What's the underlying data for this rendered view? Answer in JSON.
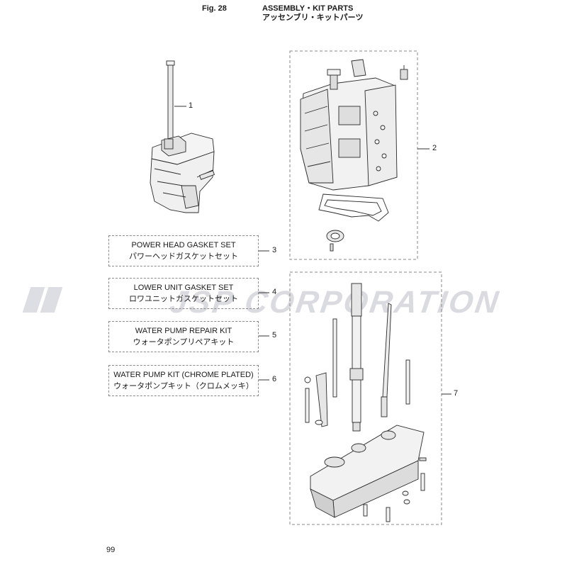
{
  "header": {
    "fig_label": "Fig. 28",
    "title_en": "ASSEMBLY・KIT PARTS",
    "title_ja": "アッセンブリ・キットパーツ"
  },
  "watermark": {
    "text": "JSP CORPORATION",
    "color": "#d9dbe0"
  },
  "kits": [
    {
      "number": "3",
      "name_en": "POWER HEAD GASKET SET",
      "name_ja": "パワーヘッドガスケットセット"
    },
    {
      "number": "4",
      "name_en": "LOWER UNIT GASKET SET",
      "name_ja": "ロワユニットガスケットセット"
    },
    {
      "number": "5",
      "name_en": "WATER PUMP REPAIR KIT",
      "name_ja": "ウォータポンプリペアキット"
    },
    {
      "number": "6",
      "name_en": "WATER PUMP KIT (CHROME PLATED)",
      "name_ja": "ウォータポンプキット（クロムメッキ）"
    }
  ],
  "callouts": {
    "lower_unit": "1",
    "power_head": "2",
    "drive_shaft_assembly": "7"
  },
  "page_number": "99",
  "colors": {
    "line": "#2a2a2a",
    "dash": "#8a8a8a",
    "part_fill": "#f2f2f2",
    "part_shade": "#cfcfcf"
  }
}
